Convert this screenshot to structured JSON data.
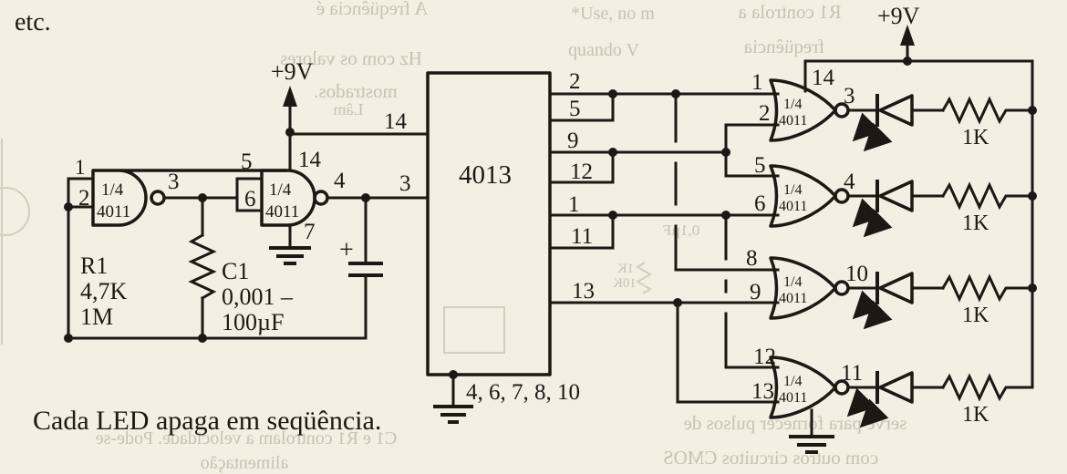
{
  "page": {
    "note": "etc.",
    "caption": "Cada LED apaga em seqüência."
  },
  "power": {
    "left": "+9V",
    "right": "+9V"
  },
  "ink": "#1d1813",
  "osc": {
    "g1": {
      "frac": "1/4",
      "chip": "4011",
      "in1": "1",
      "in2": "2",
      "out": "3"
    },
    "g2": {
      "frac": "1/4",
      "chip": "4011",
      "in1": "5",
      "in2": "6",
      "out": "4",
      "vdd": "14",
      "gnd": "7"
    },
    "r1": {
      "name": "R1",
      "v1": "4,7K",
      "v2": "1M"
    },
    "c1": {
      "name": "C1",
      "v1": "0,001 –",
      "v2": "100µF",
      "plus": "+"
    }
  },
  "ff": {
    "chip": "4013",
    "vdd": "14",
    "clk": "3",
    "q": [
      "2",
      "5",
      "9",
      "12",
      "1",
      "11",
      "13"
    ],
    "gnd": "4, 6, 7, 8, 10"
  },
  "drv": [
    {
      "frac": "1/4",
      "chip": "4011",
      "in1": "1",
      "in2": "2",
      "out": "3",
      "vdd": "14",
      "res": "1K"
    },
    {
      "frac": "1/4",
      "chip": "4011",
      "in1": "5",
      "in2": "6",
      "out": "4",
      "res": "1K"
    },
    {
      "frac": "1/4",
      "chip": "4011",
      "in1": "8",
      "in2": "9",
      "out": "10",
      "res": "1K"
    },
    {
      "frac": "1/4",
      "chip": "4011",
      "in1": "12",
      "in2": "13",
      "out": "11",
      "res": "1K"
    }
  ],
  "bleed": [
    {
      "t": "A freqüência é"
    },
    {
      "t": "Hz com os valores"
    },
    {
      "t": "mostrados."
    },
    {
      "t": "*Use, no m"
    },
    {
      "t": "quando V"
    },
    {
      "t": "R1 controla a"
    },
    {
      "t": "freqüência"
    },
    {
      "t": "0,1µF"
    },
    {
      "t": "1K"
    },
    {
      "t": "10K"
    },
    {
      "t": "serve para fornecer pulsos de"
    },
    {
      "t": "com outros circuitos CMOS"
    },
    {
      "t": "C1 e R1 controlam a velocidade. Pode-se"
    },
    {
      "t": "alimentação"
    },
    {
      "t": "Lâm"
    }
  ]
}
